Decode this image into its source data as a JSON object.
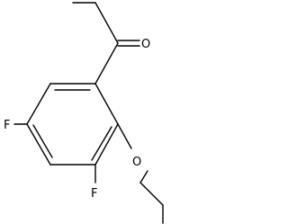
{
  "molecule": {
    "atoms": {
      "oxygen_carbonyl": "O",
      "oxygen_ether": "O",
      "fluorine_left": "F",
      "fluorine_bottom": "F"
    },
    "colors": {
      "bond": "#000000",
      "label": "#000000",
      "background": "#ffffff"
    }
  }
}
